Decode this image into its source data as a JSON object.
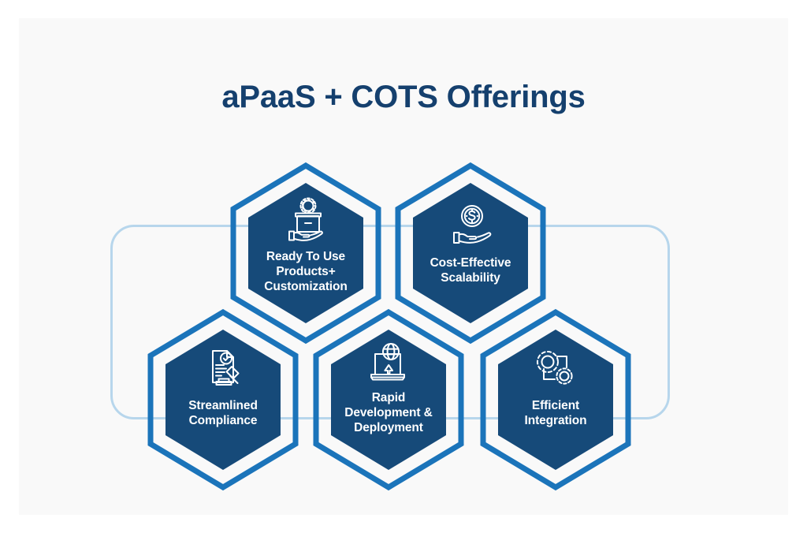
{
  "page": {
    "title": "aPaaS + COTS Offerings",
    "background_color": "#ffffff",
    "board_color": "#f9f9f9",
    "title_color": "#15406e",
    "frame_outline_color": "#b7d6ec",
    "hex_border_color": "#1b74ba",
    "hex_fill_color": "#164a79",
    "hex_label_color": "#ffffff"
  },
  "hexagons": [
    {
      "id": "ready-to-use",
      "label": "Ready To Use\nProducts+\nCustomization",
      "line1": "Ready To Use",
      "line2": "Products+",
      "line3": "Customization",
      "icon": "hand-holding-box-gear-icon"
    },
    {
      "id": "cost-effective",
      "label": "Cost-Effective\nScalability",
      "line1": "Cost-Effective",
      "line2": "Scalability",
      "line3": "",
      "icon": "hand-holding-dollar-coin-icon"
    },
    {
      "id": "streamlined-compliance",
      "label": "Streamlined\nCompliance",
      "line1": "Streamlined",
      "line2": "Compliance",
      "line3": "",
      "icon": "document-check-gavel-icon"
    },
    {
      "id": "rapid-development",
      "label": "Rapid\nDevelopment &\nDeployment",
      "line1": "Rapid",
      "line2": "Development &",
      "line3": "Deployment",
      "icon": "laptop-globe-upload-icon"
    },
    {
      "id": "efficient-integration",
      "label": "Efficient\nIntegration",
      "line1": "Efficient",
      "line2": "Integration",
      "line3": "",
      "icon": "two-gears-icon"
    }
  ]
}
